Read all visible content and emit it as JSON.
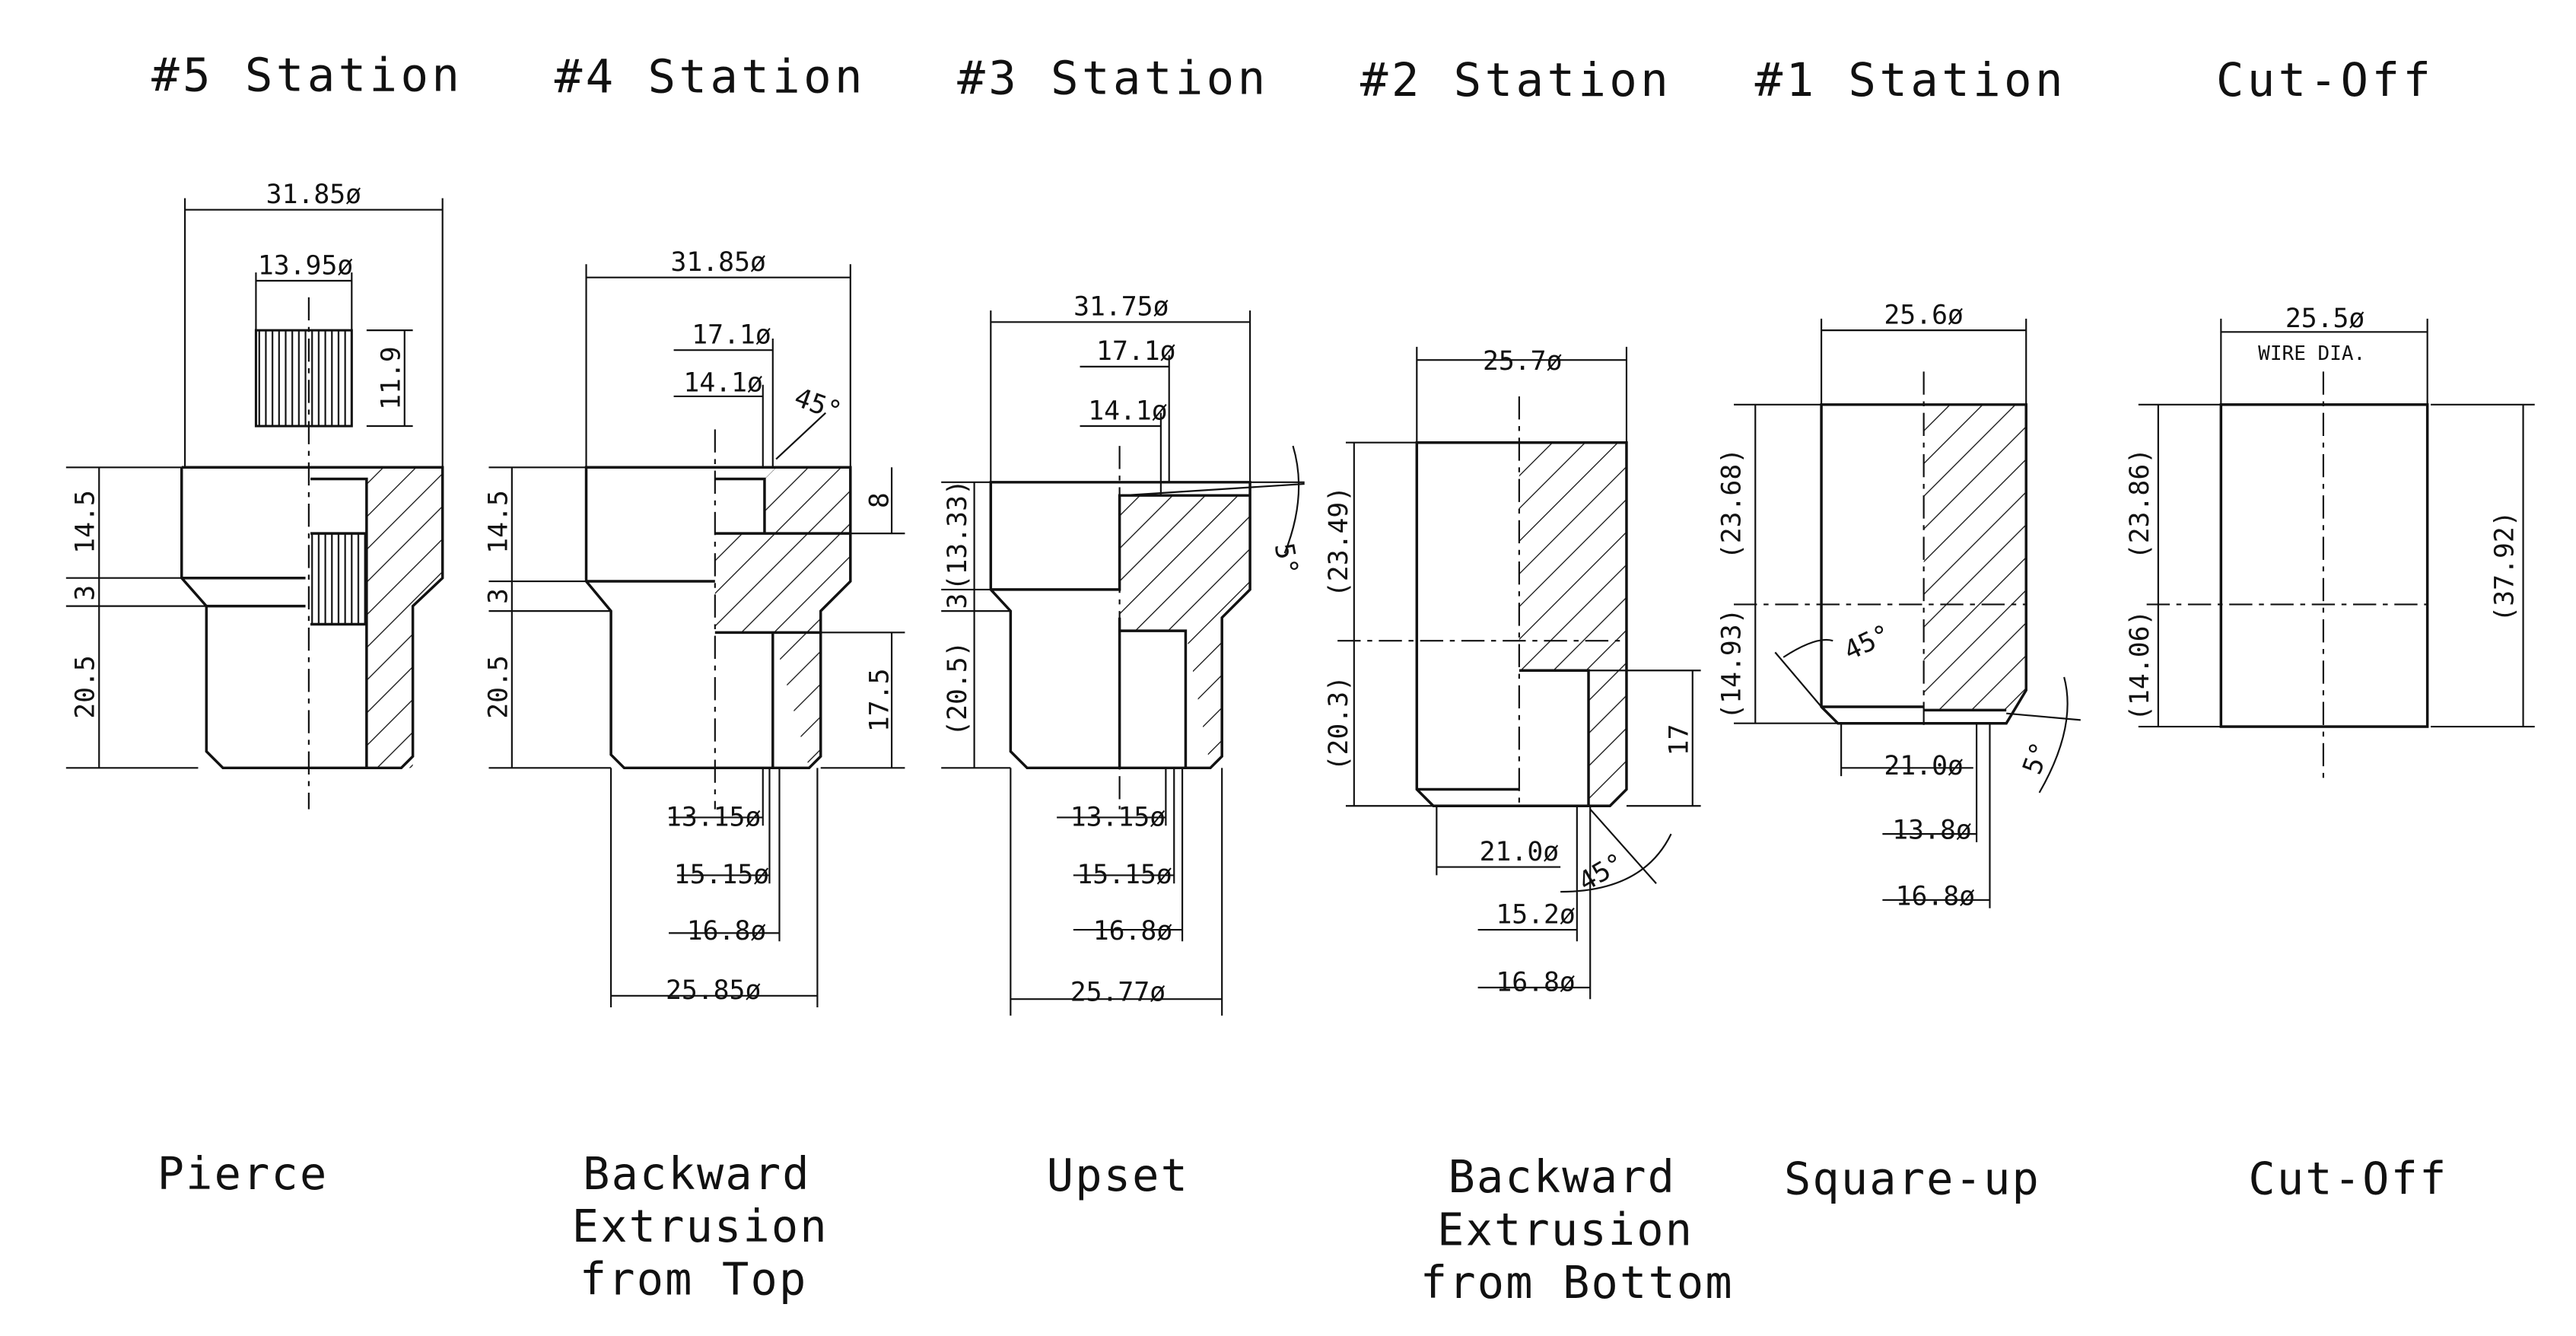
{
  "stations": [
    {
      "header": "#5 Station",
      "process": [
        "Pierce"
      ],
      "dims": [
        "31.85ø",
        "13.95ø",
        "11.9",
        "14.5",
        "3",
        "20.5"
      ]
    },
    {
      "header": "#4 Station",
      "process": [
        "Backward",
        "Extrusion",
        "from Top"
      ],
      "dims": [
        "31.85ø",
        "17.1ø",
        "14.1ø",
        "45°",
        "8",
        "14.5",
        "3",
        "20.5",
        "17.5",
        "13.15ø",
        "15.15ø",
        "16.8ø",
        "25.85ø"
      ]
    },
    {
      "header": "#3 Station",
      "process": [
        "Upset"
      ],
      "dims": [
        "31.75ø",
        "17.1ø",
        "14.1ø",
        "5°",
        "(13.33)",
        "3",
        "(20.5)",
        "13.15ø",
        "15.15ø",
        "16.8ø",
        "25.77ø"
      ]
    },
    {
      "header": "#2 Station",
      "process": [
        "Backward",
        "Extrusion",
        "from Bottom"
      ],
      "dims": [
        "25.7ø",
        "(23.49)",
        "(20.3)",
        "17",
        "21.0ø",
        "45°",
        "15.2ø",
        "16.8ø"
      ]
    },
    {
      "header": "#1 Station",
      "process": [
        "Square-up"
      ],
      "dims": [
        "25.6ø",
        "(23.68)",
        "(14.93)",
        "45°",
        "5°",
        "21.0ø",
        "13.8ø",
        "16.8ø"
      ]
    },
    {
      "header": "Cut-Off",
      "process": [
        "Cut-Off"
      ],
      "dims": [
        "25.5ø",
        "WIRE DIA.",
        "(23.86)",
        "(14.06)",
        "(37.92)"
      ]
    }
  ]
}
